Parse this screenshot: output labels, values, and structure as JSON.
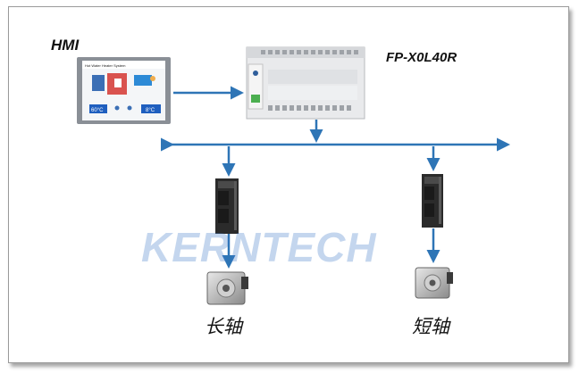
{
  "labels": {
    "hmi": "HMI",
    "plc": "FP-X0L40R",
    "axis_long": "长轴",
    "axis_short": "短轴"
  },
  "watermark": "KERNTECH",
  "hmi_screen": {
    "title": "Hot Water Heater System",
    "temp_left": "60°C",
    "temp_right": "8°C"
  },
  "colors": {
    "arrow": "#2e75b6",
    "watermark": "#3c78c8",
    "hmi_bezel": "#8a8f96"
  }
}
